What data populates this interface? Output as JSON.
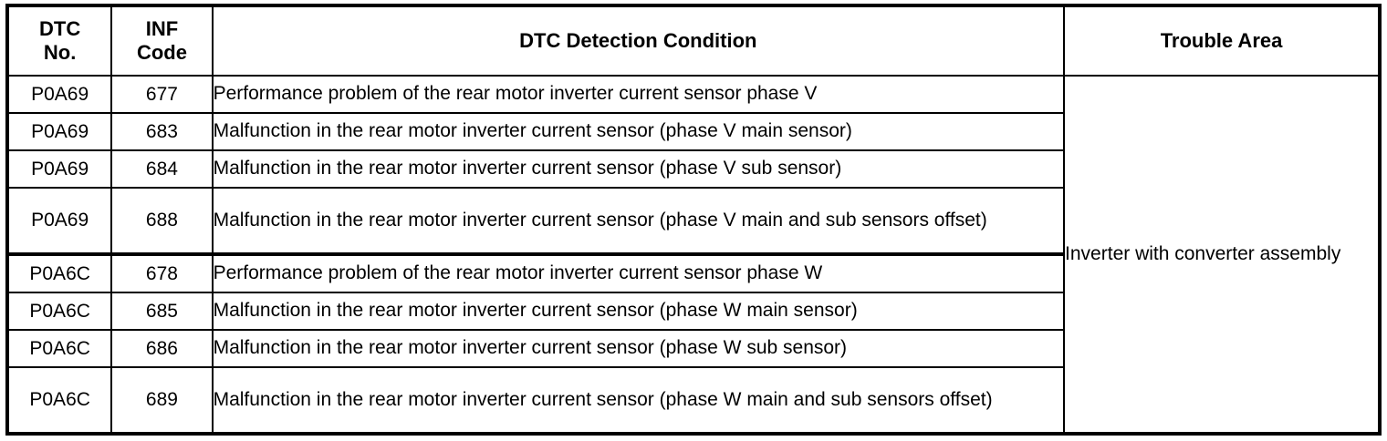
{
  "table": {
    "columns": [
      {
        "id": "dtc_no",
        "label": "DTC\nNo.",
        "label_line1": "DTC",
        "label_line2": "No."
      },
      {
        "id": "inf_code",
        "label": "INF\nCode",
        "label_line1": "INF",
        "label_line2": "Code"
      },
      {
        "id": "detection_condition",
        "label": "DTC Detection Condition"
      },
      {
        "id": "trouble_area",
        "label": "Trouble Area"
      }
    ],
    "headers": {
      "dtc_no_line1": "DTC",
      "dtc_no_line2": "No.",
      "inf_code_line1": "INF",
      "inf_code_line2": "Code",
      "detection_condition": "DTC Detection Condition",
      "trouble_area": "Trouble Area"
    },
    "trouble_area_value": "Inverter with converter assembly",
    "rows": [
      {
        "dtc_no": "P0A69",
        "inf_code": "677",
        "detection_condition": "Performance problem of the rear motor inverter current sensor phase V"
      },
      {
        "dtc_no": "P0A69",
        "inf_code": "683",
        "detection_condition": "Malfunction in the rear motor inverter current sensor (phase V main sensor)"
      },
      {
        "dtc_no": "P0A69",
        "inf_code": "684",
        "detection_condition": "Malfunction in the rear motor inverter current sensor (phase V sub sensor)"
      },
      {
        "dtc_no": "P0A69",
        "inf_code": "688",
        "detection_condition": "Malfunction in the rear motor inverter current sensor (phase V main and sub sensors offset)"
      },
      {
        "dtc_no": "P0A6C",
        "inf_code": "678",
        "detection_condition": "Performance problem of the rear motor inverter current sensor phase W"
      },
      {
        "dtc_no": "P0A6C",
        "inf_code": "685",
        "detection_condition": "Malfunction in the rear motor inverter current sensor (phase W main sensor)"
      },
      {
        "dtc_no": "P0A6C",
        "inf_code": "686",
        "detection_condition": "Malfunction in the rear motor inverter current sensor (phase W sub sensor)"
      },
      {
        "dtc_no": "P0A6C",
        "inf_code": "689",
        "detection_condition": "Malfunction in the rear motor inverter current sensor (phase W main and sub sensors offset)"
      }
    ]
  },
  "colors": {
    "border": "#000000",
    "text": "#000000",
    "background": "#ffffff"
  }
}
